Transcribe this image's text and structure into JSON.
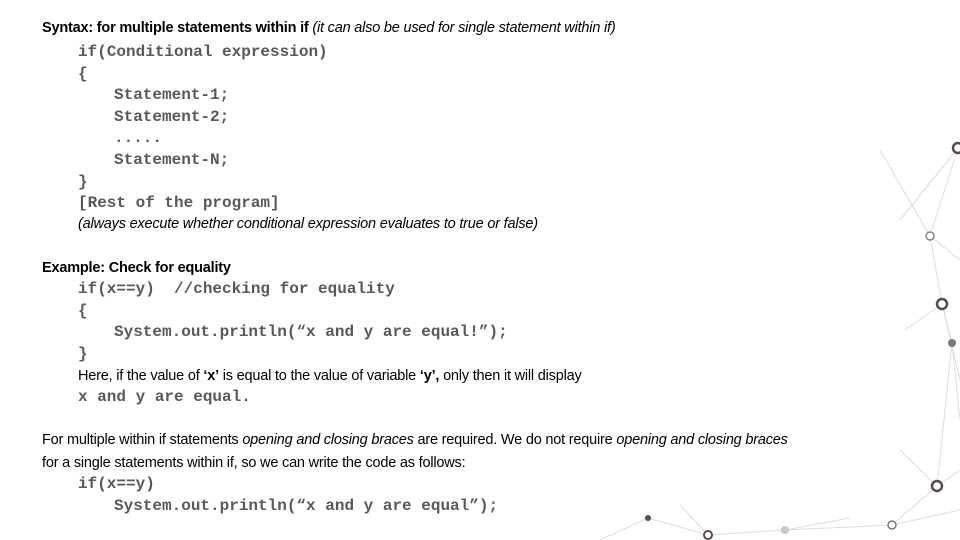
{
  "syntax": {
    "heading": "Syntax: for multiple statements within if",
    "heading_note": "(it can also be used for single statement within if)",
    "code": {
      "if_line": "if(Conditional expression)",
      "open_brace": "{",
      "stmt1": "Statement-1;",
      "stmt2": "Statement-2;",
      "dots": ".....",
      "stmtN": "Statement-N;",
      "close_brace": "}",
      "rest": "[Rest of the program]"
    },
    "note": "(always execute whether conditional expression evaluates to true or false)"
  },
  "example": {
    "heading": "Example: Check for equality",
    "code": {
      "if_line": "if(x==y)  //checking for equality",
      "open_brace": "{",
      "println": "System.out.println(“x and y are equal!”);",
      "close_brace": "}"
    },
    "explain": {
      "part1": "Here, if the value of ",
      "x": "‘x’",
      "part2": " is equal to the value of variable ",
      "y": "‘y’,",
      "part3": " only then it will display"
    },
    "output": "x and y are equal."
  },
  "braces_note": {
    "line1_a": "For multiple within if statements ",
    "line1_b": "opening and closing braces",
    "line1_c": " are required. We do not require ",
    "line1_d": "opening and closing braces",
    "line2": "for a single statements within if, so we can write the code as follows:"
  },
  "final_code": {
    "if_line": "if(x==y)",
    "println": "System.out.println(“x and y are equal”);"
  },
  "colors": {
    "code_text": "#595959",
    "network_line": "#d9d9d9",
    "node_dark": "#5a4a48"
  }
}
